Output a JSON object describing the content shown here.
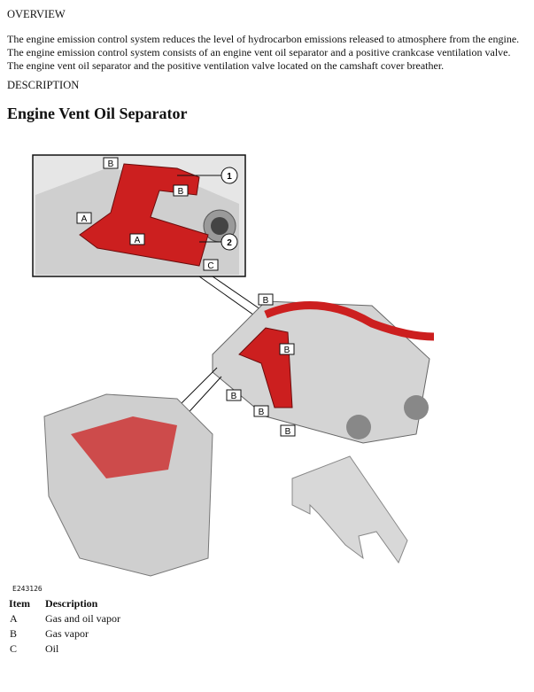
{
  "overview_heading": "OVERVIEW",
  "overview_lines": [
    "The engine emission control system reduces the level of hydrocarbon emissions released to atmosphere from the engine.",
    "The engine emission control system consists of an engine vent oil separator and a positive crankcase ventilation valve.",
    "The engine vent oil separator and the positive ventilation valve located on the camshaft cover breather."
  ],
  "description_heading": "DESCRIPTION",
  "title": "Engine Vent Oil Separator",
  "figure": {
    "id": "E243126",
    "inset_labels": {
      "b_top": "B",
      "b_mid": "B",
      "a_left": "A",
      "a_mid": "A",
      "c": "C",
      "callout_1": "1",
      "callout_2": "2"
    },
    "main_labels": {
      "b1": "B",
      "b2": "B",
      "b3": "B",
      "b4": "B",
      "b5": "B"
    },
    "highlight_color": "#cc1f1f"
  },
  "legend": {
    "headers": {
      "item": "Item",
      "description": "Description"
    },
    "rows": [
      {
        "item": "A",
        "description": "Gas and oil vapor"
      },
      {
        "item": "B",
        "description": "Gas vapor"
      },
      {
        "item": "C",
        "description": "Oil"
      }
    ]
  }
}
